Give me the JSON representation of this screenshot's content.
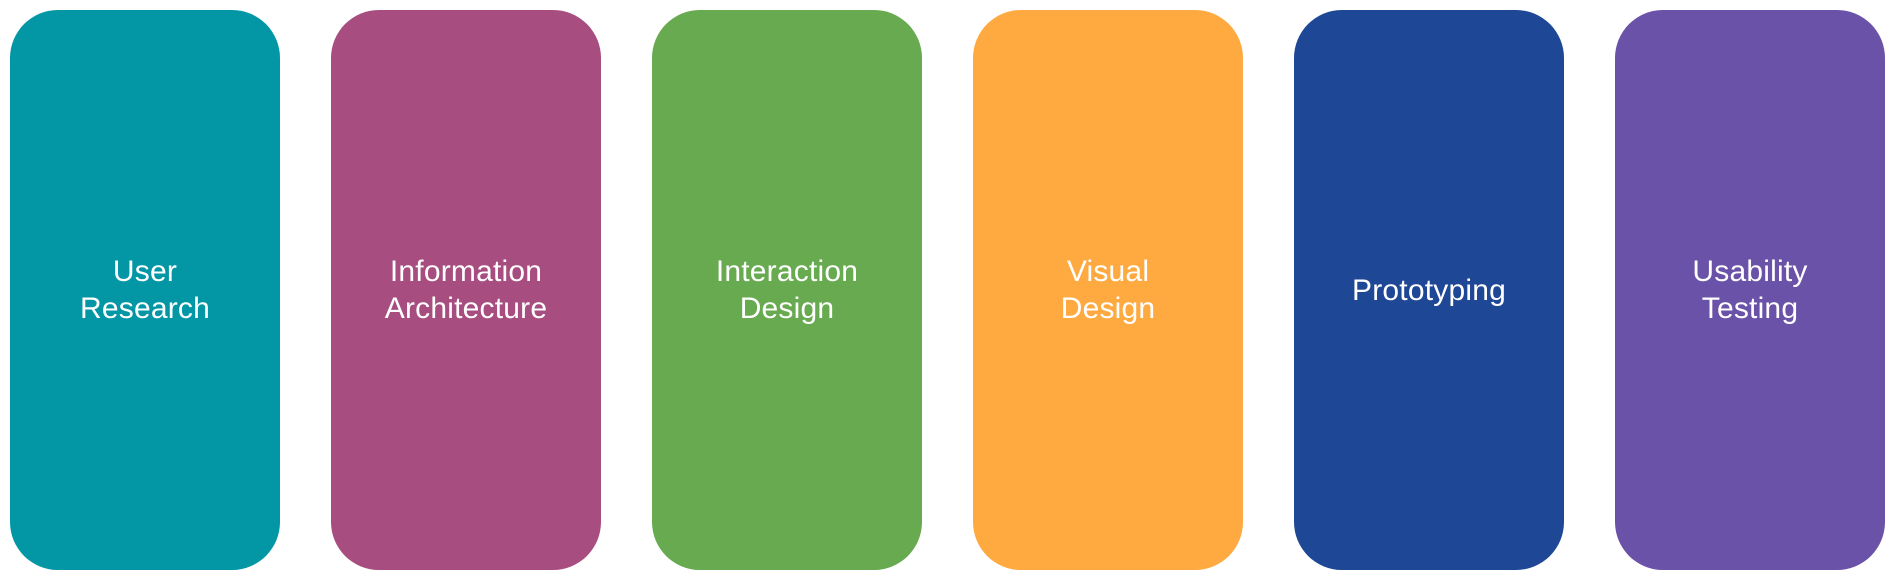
{
  "board": {
    "background": "#ffffff",
    "text_color": "#ffffff"
  },
  "cards": [
    {
      "label": "User Research",
      "line1": "User",
      "line2": "Research",
      "color": "#0397A6"
    },
    {
      "label": "Information Architecture",
      "line1": "Information",
      "line2": "Architecture",
      "color": "#A74D7F"
    },
    {
      "label": "Interaction Design",
      "line1": "Interaction",
      "line2": "Design",
      "color": "#67AA50"
    },
    {
      "label": "Visual Design",
      "line1": "Visual",
      "line2": "Design",
      "color": "#FEAA41"
    },
    {
      "label": "Prototyping",
      "line1": "Prototyping",
      "line2": "",
      "color": "#1E4795"
    },
    {
      "label": "Usability Testing",
      "line1": "Usability",
      "line2": "Testing",
      "color": "#6A52A8"
    }
  ]
}
